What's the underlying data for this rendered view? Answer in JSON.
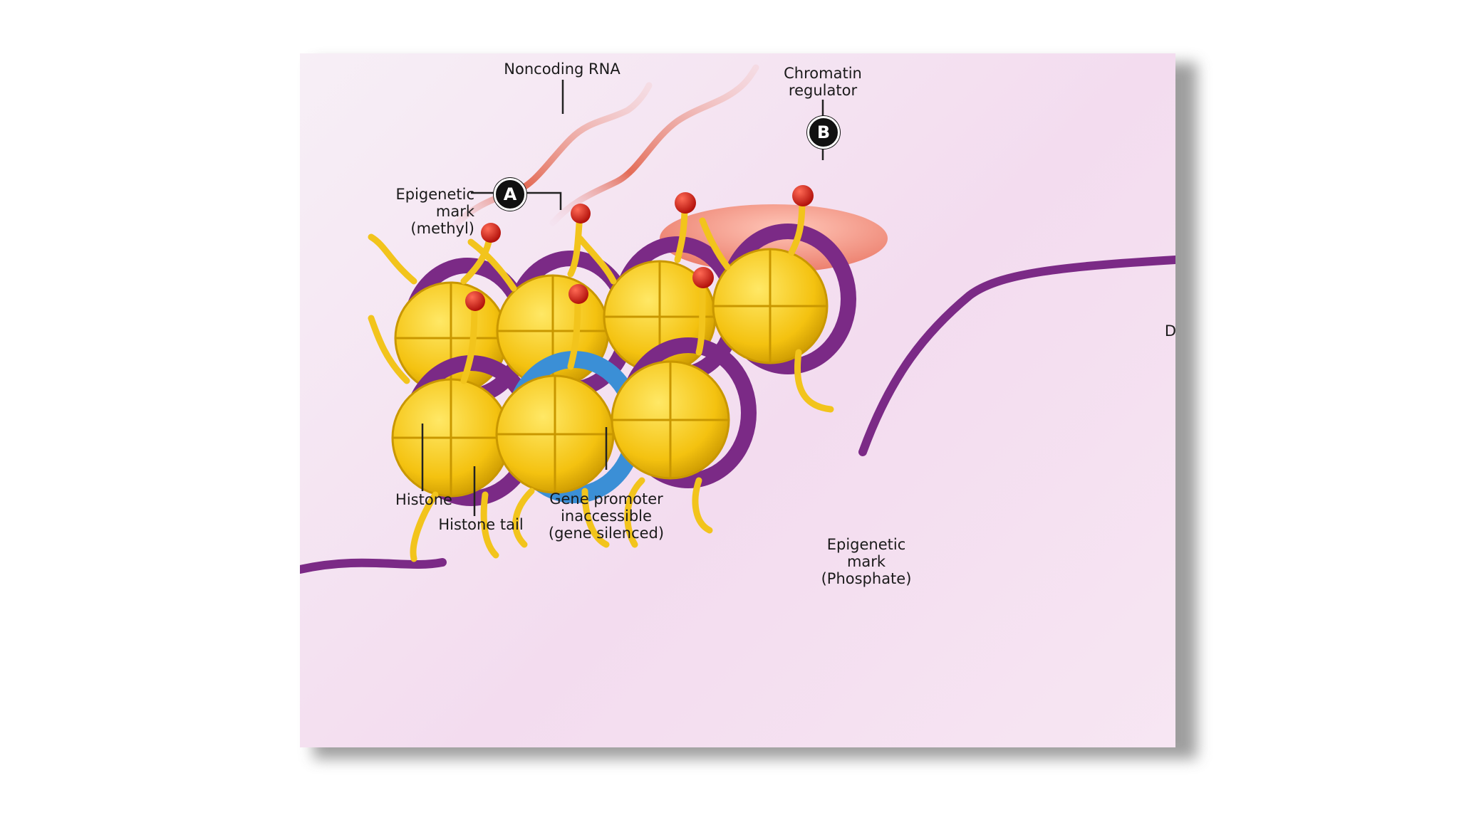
{
  "labels": {
    "noncoding_rna": "Noncoding RNA",
    "chromatin_regulator": "Chromatin\nregulator",
    "epigenetic_mark_methyl": "Epigenetic mark\n(methyl)",
    "histone": "Histone",
    "histone_tail": "Histone tail",
    "gene_promoter": "Gene promoter\ninaccessible\n(gene silenced)",
    "epigenetic_mark_phosphate": "Epigenetic mark\n(Phosphate)",
    "edge_letter": "D"
  },
  "badges": {
    "a": "A",
    "b": "B"
  },
  "colors": {
    "background": "#f3dcef",
    "dna": "#7b2a86",
    "histone": "#f5c518",
    "histone_tail": "#f2c41c",
    "methyl_mark": "#d8231b",
    "regulator": "#f08a7a",
    "rna": "#e8745e",
    "promoter": "#3b8fd6"
  }
}
